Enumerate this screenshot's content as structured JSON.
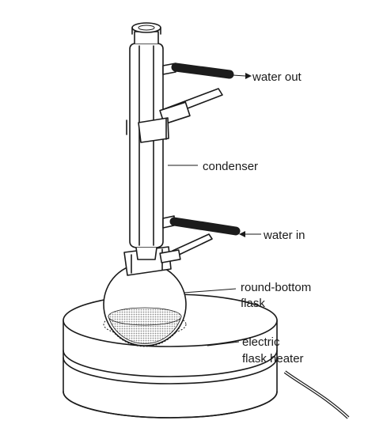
{
  "labels": {
    "water_out": "water out",
    "condenser": "condenser",
    "water_in": "water in",
    "flask_line1": "round-bottom",
    "flask_line2": "flask",
    "heater_line1": "electric",
    "heater_line2": "flask heater"
  },
  "colors": {
    "ink": "#1a1a1a",
    "tubing": "#1c1c1c",
    "hatch": "#8c8c8c",
    "bleed_text": "#b9b9b9",
    "background": "#ffffff"
  }
}
